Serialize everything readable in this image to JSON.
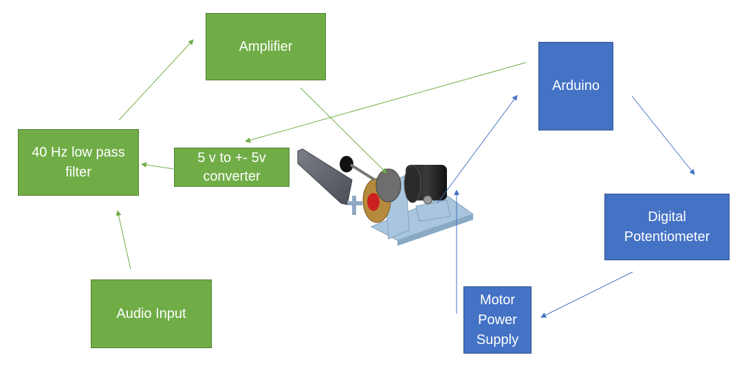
{
  "diagram": {
    "boxes": {
      "amplifier": "Amplifier",
      "lowpass": "40 Hz low pass filter",
      "converter": "5 v to +- 5v converter",
      "audio_input": "Audio Input",
      "arduino": "Arduino",
      "digital_pot": "Digital Potentiometer",
      "motor_psu": "Motor Power Supply"
    },
    "colors": {
      "green_box": "#70ad47",
      "blue_box": "#4472c4",
      "green_arrow": "#70ad47",
      "blue_arrow": "#4472c4",
      "device_base": "#a9c6de"
    },
    "connections": [
      {
        "from": "Audio Input",
        "to": "40 Hz low pass filter",
        "color": "green"
      },
      {
        "from": "40 Hz low pass filter",
        "to": "Amplifier",
        "color": "green"
      },
      {
        "from": "Amplifier",
        "to": "motor device",
        "color": "green"
      },
      {
        "from": "5 v to +- 5v converter",
        "to": "40 Hz low pass filter",
        "color": "green"
      },
      {
        "from": "Arduino",
        "to": "5 v to +- 5v converter",
        "color": "green"
      },
      {
        "from": "Arduino",
        "to": "Digital Potentiometer",
        "color": "blue"
      },
      {
        "from": "Digital Potentiometer",
        "to": "Motor Power Supply",
        "color": "blue"
      },
      {
        "from": "Motor Power Supply",
        "to": "motor device",
        "color": "blue"
      },
      {
        "from": "motor device",
        "to": "Arduino",
        "color": "blue"
      }
    ]
  }
}
